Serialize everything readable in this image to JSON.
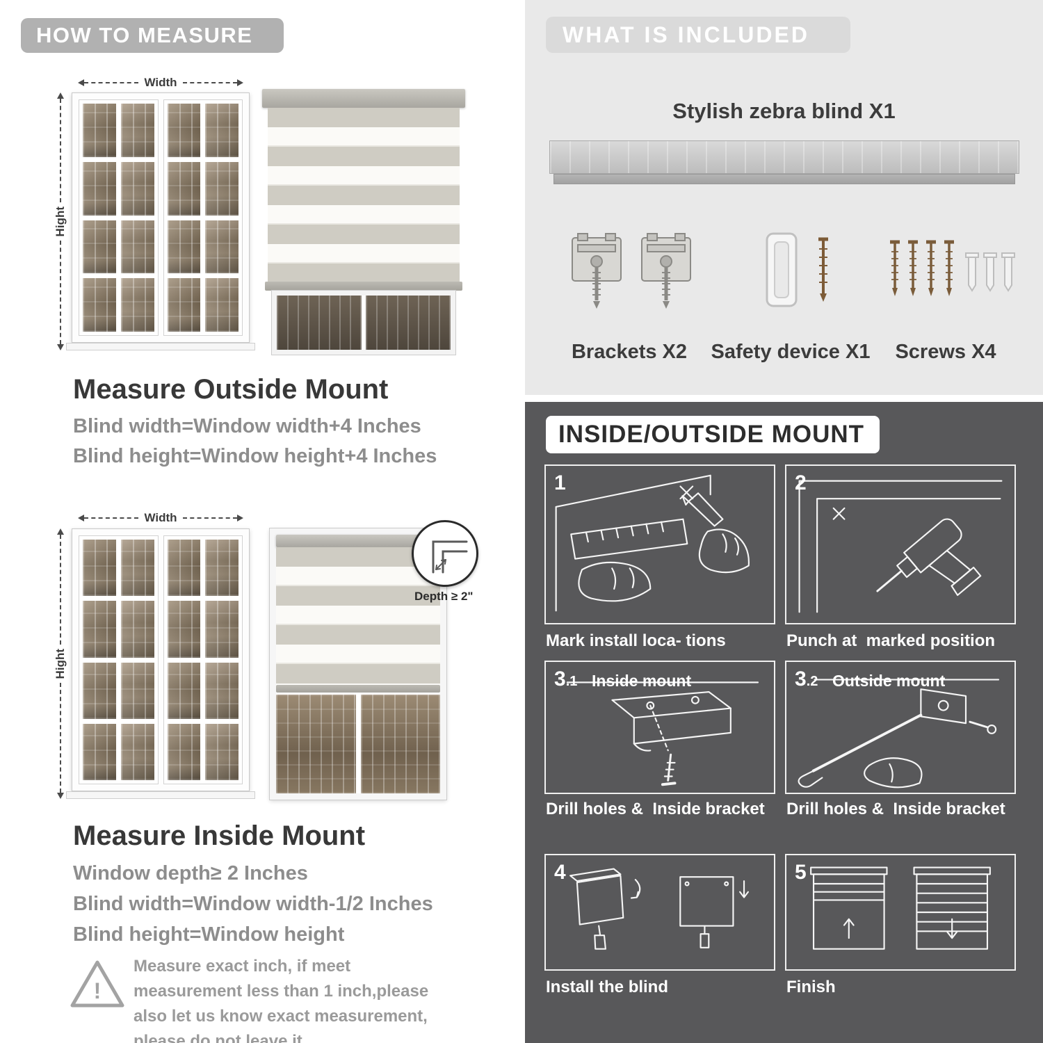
{
  "left": {
    "header": "HOW TO MEASURE",
    "outside": {
      "width_label": "Width",
      "height_label": "Hight",
      "title": "Measure Outside Mount",
      "rule1": "Blind width=Window width+4 Inches",
      "rule2": "Blind height=Window height+4 Inches"
    },
    "inside": {
      "width_label": "Width",
      "height_label": "Hight",
      "depth_label": "Depth ≥ 2\"",
      "title": "Measure Inside Mount",
      "rule1": "Window depth≥ 2 Inches",
      "rule2": "Blind width=Window width-1/2 Inches",
      "rule3": "Blind height=Window height"
    },
    "note": {
      "glyph": "!",
      "text": "Measure exact inch, if meet measurement less than 1 inch,please also let us know exact measurement, please do not leave it"
    }
  },
  "included": {
    "header": "WHAT IS INCLUDED",
    "blind_label": "Stylish zebra blind X1",
    "items": [
      {
        "label": "Brackets X2"
      },
      {
        "label": "Safety device X1"
      },
      {
        "label": "Screws X4"
      }
    ]
  },
  "mount": {
    "header": "INSIDE/OUTSIDE MOUNT",
    "steps": [
      {
        "num": "1",
        "sub": "",
        "title": "",
        "caption": "Mark install loca- tions"
      },
      {
        "num": "2",
        "sub": "",
        "title": "",
        "caption": "Punch at  marked position"
      },
      {
        "num": "3",
        "sub": ".1",
        "title": "Inside mount",
        "caption": "Drill holes &  Inside bracket"
      },
      {
        "num": "3",
        "sub": ".2",
        "title": "Outside mount",
        "caption": "Drill holes &  Inside bracket"
      },
      {
        "num": "4",
        "sub": "",
        "title": "",
        "caption": "Install the blind"
      },
      {
        "num": "5",
        "sub": "",
        "title": "",
        "caption": "Finish"
      }
    ]
  },
  "colors": {
    "left_header_pill": "#b1b1b1",
    "included_bg": "#e9e9e9",
    "mount_bg": "#58585a",
    "heading_dark": "#383838",
    "rule_gray": "#8d8d8d"
  }
}
